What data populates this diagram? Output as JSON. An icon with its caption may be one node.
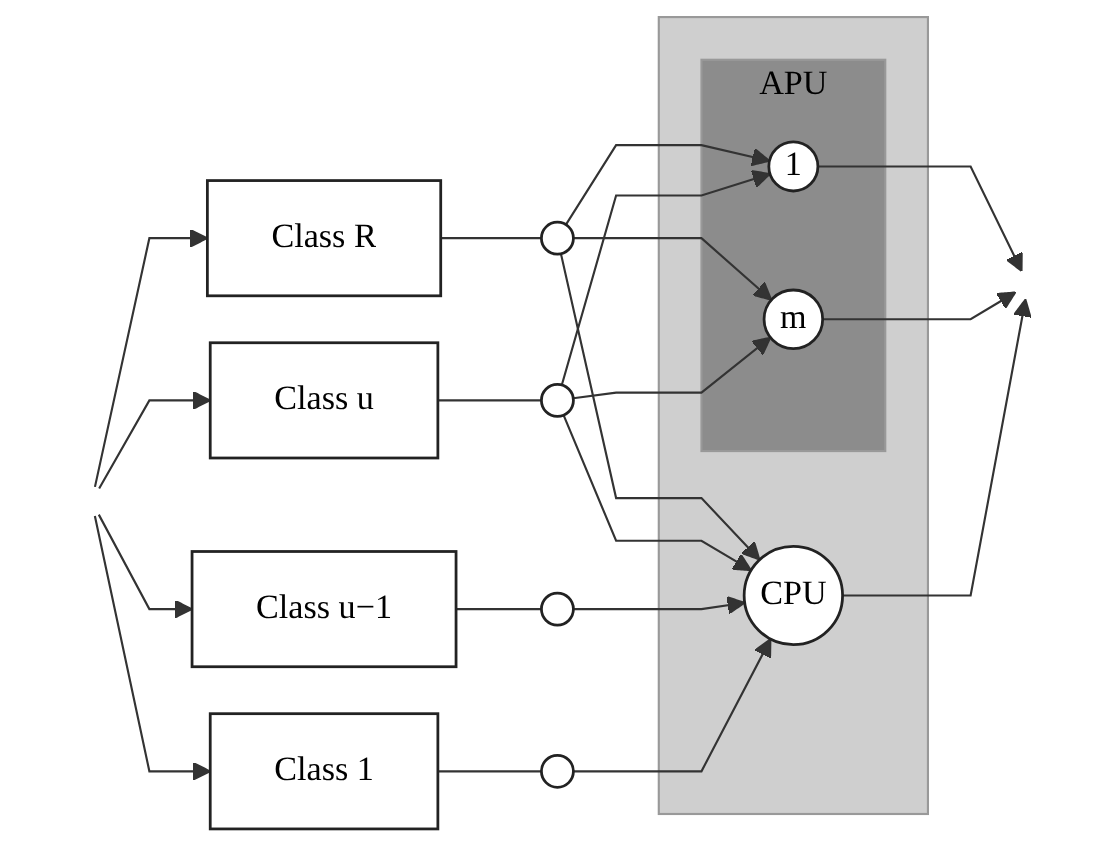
{
  "diagram": {
    "nodes": [
      {
        "text": [
          "Class R"
        ]
      },
      {
        "text": [],
        "shape": "circle"
      },
      {
        "text": [
          "Class u"
        ]
      },
      {
        "text": [],
        "shape": "circle"
      },
      {
        "text": [
          "Class u−1"
        ]
      },
      {
        "text": [],
        "shape": "circle"
      },
      {
        "text": [
          "Class 1"
        ]
      },
      {
        "text": [],
        "shape": "circle"
      },
      {
        "text": [],
        "shape": "box"
      },
      {
        "text": [
          "APU"
        ],
        "in": 8
      },
      {
        "text": [
          "1"
        ],
        "in": 9
      },
      {
        "text": [
          "m"
        ],
        "in": 9
      },
      {
        "text": [
          "CPU"
        ],
        "in": 8
      }
    ],
    "edges": [
      {
        "from": null,
        "to": 0,
        "arrow": "to"
      },
      {
        "from": null,
        "to": 2,
        "arrow": "to"
      },
      {
        "from": null,
        "to": 4,
        "arrow": "to"
      },
      {
        "from": null,
        "to": 6,
        "arrow": "to"
      },
      {
        "from": 0,
        "to": 1,
        "arrow": "none"
      },
      {
        "from": 2,
        "to": 3,
        "arrow": "none"
      },
      {
        "from": 4,
        "to": 5,
        "arrow": "none"
      },
      {
        "from": 6,
        "to": 7,
        "arrow": "none"
      },
      {
        "from": 1,
        "to": 10,
        "arrow": "to"
      },
      {
        "from": 1,
        "to": 11,
        "arrow": "to"
      },
      {
        "from": 3,
        "to": 10,
        "arrow": "to"
      },
      {
        "from": 3,
        "to": 11,
        "arrow": "to"
      },
      {
        "from": 1,
        "to": 12,
        "arrow": "to"
      },
      {
        "from": 3,
        "to": 12,
        "arrow": "to"
      },
      {
        "from": 5,
        "to": 12,
        "arrow": "to"
      },
      {
        "from": 7,
        "to": 12,
        "arrow": "to"
      },
      {
        "from": 10,
        "to": null,
        "arrow": "to"
      },
      {
        "from": 11,
        "to": null,
        "arrow": "to"
      },
      {
        "from": 12,
        "to": null,
        "arrow": "to"
      }
    ]
  }
}
